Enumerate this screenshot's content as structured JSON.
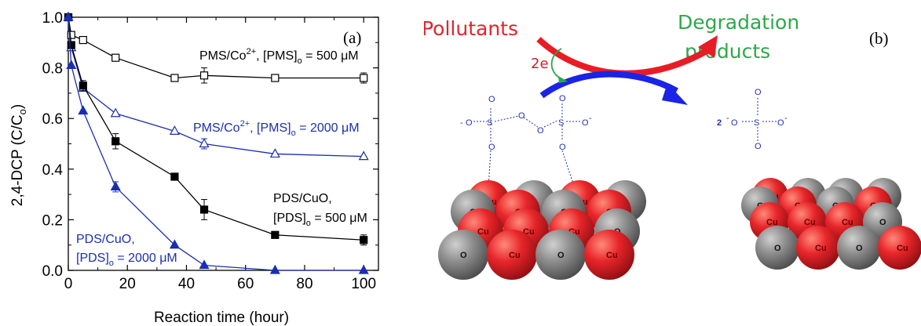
{
  "chart_data": {
    "type": "line",
    "panel_label": "(a)",
    "xlabel": "Reaction time (hour)",
    "ylabel": "2,4-DCP (C/C",
    "ylabel_sub": "o",
    "ylabel_close": ")",
    "xlim": [
      0,
      105
    ],
    "ylim": [
      0.0,
      1.0
    ],
    "x_ticks": [
      0,
      20,
      40,
      60,
      80,
      100
    ],
    "y_ticks": [
      "0.0",
      "0.2",
      "0.4",
      "0.6",
      "0.8",
      "1.0"
    ],
    "series": [
      {
        "label_parts": [
          "PMS/Co",
          "2+",
          ", [PMS]",
          "o",
          " = 500 μM"
        ],
        "color": "#000000",
        "marker": "open-square",
        "x": [
          0,
          1,
          5,
          16,
          36,
          46,
          70,
          100
        ],
        "y": [
          1.0,
          0.93,
          0.91,
          0.84,
          0.76,
          0.77,
          0.76,
          0.76
        ],
        "err": [
          0,
          0,
          0,
          0,
          0,
          0.03,
          0,
          0.02
        ]
      },
      {
        "label_parts": [
          "PMS/Co",
          "2+",
          ", [PMS]",
          "o",
          " = 2000 μM"
        ],
        "color": "#1a2fb0",
        "marker": "open-triangle",
        "x": [
          0,
          1,
          5,
          16,
          36,
          46,
          70,
          100
        ],
        "y": [
          1.0,
          0.88,
          0.72,
          0.62,
          0.55,
          0.5,
          0.46,
          0.45
        ],
        "err": [
          0,
          0,
          0,
          0,
          0,
          0.02,
          0,
          0
        ]
      },
      {
        "label_parts": [
          "PDS/CuO,",
          "[PDS]",
          "o",
          " = 500 μM"
        ],
        "color": "#000000",
        "marker": "filled-square",
        "x": [
          0,
          1,
          5,
          16,
          36,
          46,
          70,
          100
        ],
        "y": [
          1.0,
          0.89,
          0.73,
          0.51,
          0.37,
          0.24,
          0.14,
          0.12
        ],
        "err": [
          0,
          0,
          0.02,
          0.03,
          0,
          0.04,
          0,
          0.02
        ]
      },
      {
        "label_parts": [
          "PDS/CuO,",
          "[PDS]",
          "o",
          " = 2000 μM"
        ],
        "color": "#1a2fb0",
        "marker": "filled-triangle",
        "x": [
          0,
          1,
          5,
          16,
          36,
          46,
          70,
          100
        ],
        "y": [
          1.0,
          0.81,
          0.63,
          0.33,
          0.1,
          0.02,
          0.0,
          0.0
        ],
        "err": [
          0,
          0,
          0,
          0.02,
          0,
          0,
          0,
          0
        ]
      }
    ]
  },
  "mechanism": {
    "panel_label": "(b)",
    "pollutants": "Pollutants",
    "degradation_line1": "Degradation",
    "degradation_line2": "products",
    "electron": "2e",
    "sulfate_coef": "2",
    "atom_cu": "Cu",
    "atom_o": "O",
    "colors": {
      "cu": "#e8262a",
      "o": "#8c8c8c",
      "pollutant_arrow": "#e81c24",
      "product_arrow": "#1a23e6",
      "pollutant_text": "#e0252b",
      "product_text": "#2ea84a",
      "electron_arrow": "#26a84a"
    }
  }
}
